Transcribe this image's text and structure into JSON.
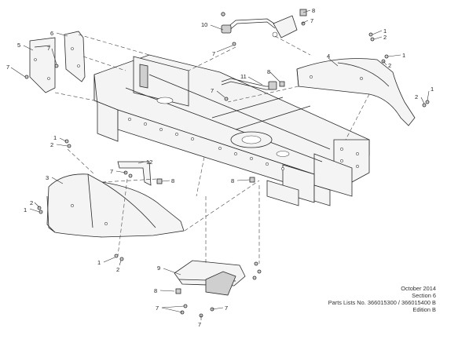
{
  "callouts": {
    "c1": {
      "label": "1"
    },
    "c2": {
      "label": "2"
    },
    "c3": {
      "label": "3"
    },
    "c4": {
      "label": "4"
    },
    "c5": {
      "label": "5"
    },
    "c6": {
      "label": "6"
    },
    "c7": {
      "label": "7"
    },
    "c8": {
      "label": "8"
    },
    "c9": {
      "label": "9"
    },
    "c10": {
      "label": "10"
    },
    "c11": {
      "label": "11"
    },
    "c12": {
      "label": "12"
    }
  },
  "footer": {
    "date": "October 2014",
    "section": "Section 6",
    "parts_lists": "Parts Lists No. 366015300 / 366015400 B",
    "edition": "Edition B"
  }
}
